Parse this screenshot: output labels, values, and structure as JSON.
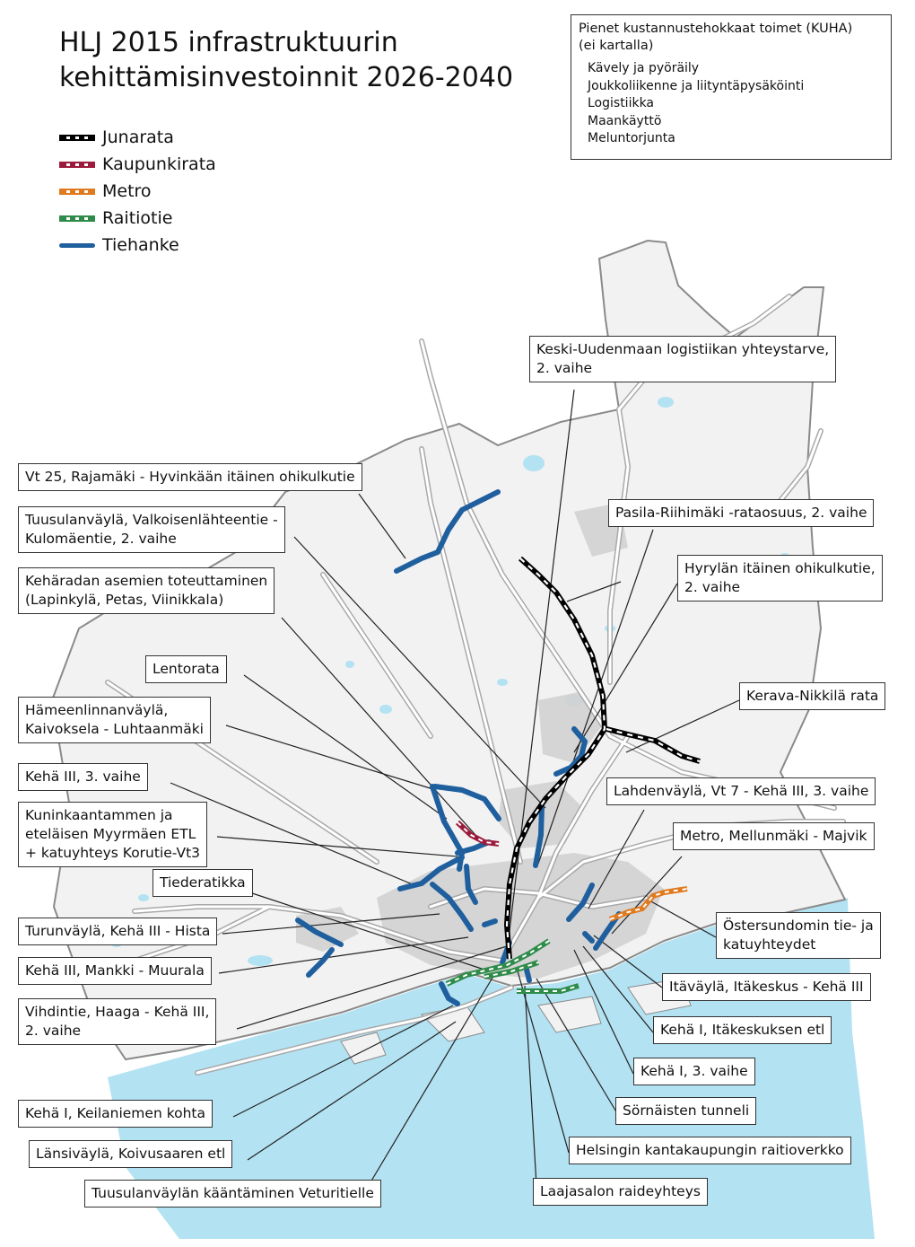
{
  "title": {
    "line1": "HLJ 2015 infrastruktuurin",
    "line2": "kehittämisinvestoinnit 2026-2040"
  },
  "legend": [
    {
      "label": "Junarata",
      "color": "#000000",
      "dash": "#ffffff"
    },
    {
      "label": "Kaupunkirata",
      "color": "#9b1b3c",
      "dash": "#ffffff"
    },
    {
      "label": "Metro",
      "color": "#e07a1f",
      "dash": "#ffffff"
    },
    {
      "label": "Raitiotie",
      "color": "#2e8b4a",
      "dash": "#ffffff"
    },
    {
      "label": "Tiehanke",
      "color": "#1f5f9e",
      "dash": ""
    }
  ],
  "kuha": {
    "heading_line1": "Pienet kustannustehokkaat toimet (KUHA)",
    "heading_line2": "(ei kartalla)",
    "items": [
      "Kävely ja pyöräily",
      "Joukkoliikenne ja liityntäpysäköinti",
      "Logistiikka",
      "Maankäyttö",
      "Meluntorjunta"
    ]
  },
  "colors": {
    "land": "#f2f2f2",
    "sea": "#b3e2f2",
    "urban": "#d2d2d2",
    "road_casing": "#a9a9a9",
    "road": "#ffffff"
  },
  "labels": [
    {
      "id": "keski-uudenmaan",
      "lines": [
        "Keski-Uudenmaan logistiikan yhteystarve,",
        "2. vaihe"
      ]
    },
    {
      "id": "vt25",
      "lines": [
        "Vt 25, Rajamäki - Hyvinkään itäinen ohikulkutie"
      ]
    },
    {
      "id": "tuusulanvayla-valkoisen",
      "lines": [
        "Tuusulanväylä, Valkoisenlähteentie -",
        "Kulomäentie, 2. vaihe"
      ]
    },
    {
      "id": "pasila-riihimaki",
      "lines": [
        "Pasila-Riihimäki -rataosuus, 2. vaihe"
      ]
    },
    {
      "id": "keharadan",
      "lines": [
        "Kehäradan asemien toteuttaminen",
        "(Lapinkylä, Petas, Viinikkala)"
      ]
    },
    {
      "id": "hyrylan",
      "lines": [
        "Hyrylän itäinen ohikulkutie,",
        "2. vaihe"
      ]
    },
    {
      "id": "lentorata",
      "lines": [
        "Lentorata"
      ]
    },
    {
      "id": "kerava-nikkila",
      "lines": [
        "Kerava-Nikkilä rata"
      ]
    },
    {
      "id": "hameenlinnanvayla",
      "lines": [
        "Hämeenlinnanväylä,",
        "Kaivoksela - Luhtaanmäki"
      ]
    },
    {
      "id": "keha3-3",
      "lines": [
        "Kehä III, 3. vaihe"
      ]
    },
    {
      "id": "lahdenvayla",
      "lines": [
        "Lahdenväylä, Vt 7 - Kehä III, 3. vaihe"
      ]
    },
    {
      "id": "kuninkaantammen",
      "lines": [
        "Kuninkaantammen ja",
        "eteläisen Myyrmäen ETL",
        "+ katuyhteys Korutie-Vt3"
      ]
    },
    {
      "id": "metro-mellunmaki",
      "lines": [
        "Metro, Mellunmäki - Majvik"
      ]
    },
    {
      "id": "tiederatikka",
      "lines": [
        "Tiederatikka"
      ]
    },
    {
      "id": "ostersundomin",
      "lines": [
        "Östersundomin tie- ja",
        "katuyhteydet"
      ]
    },
    {
      "id": "turunvayla",
      "lines": [
        "Turunväylä, Kehä III - Hista"
      ]
    },
    {
      "id": "keha3-mankki",
      "lines": [
        "Kehä III, Mankki - Muurala"
      ]
    },
    {
      "id": "itavayla",
      "lines": [
        "Itäväylä, Itäkeskus - Kehä III"
      ]
    },
    {
      "id": "vihdintie",
      "lines": [
        "Vihdintie, Haaga - Kehä III,",
        "2. vaihe"
      ]
    },
    {
      "id": "keha1-itakeskuksen",
      "lines": [
        "Kehä I, Itäkeskuksen etl"
      ]
    },
    {
      "id": "keha1-3",
      "lines": [
        "Kehä I, 3. vaihe"
      ]
    },
    {
      "id": "keha1-keilaniemen",
      "lines": [
        "Kehä I, Keilaniemen kohta"
      ]
    },
    {
      "id": "sornaisten",
      "lines": [
        "Sörnäisten tunneli"
      ]
    },
    {
      "id": "lansivayla",
      "lines": [
        "Länsiväylä, Koivusaaren etl"
      ]
    },
    {
      "id": "helsingin-kantakaupungin",
      "lines": [
        "Helsingin kantakaupungin raitioverkko"
      ]
    },
    {
      "id": "tuusulanvaylan-kaantaminen",
      "lines": [
        "Tuusulanväylän kääntäminen Veturitielle"
      ]
    },
    {
      "id": "laajasalon",
      "lines": [
        "Laajasalon raideyhteys"
      ]
    }
  ]
}
